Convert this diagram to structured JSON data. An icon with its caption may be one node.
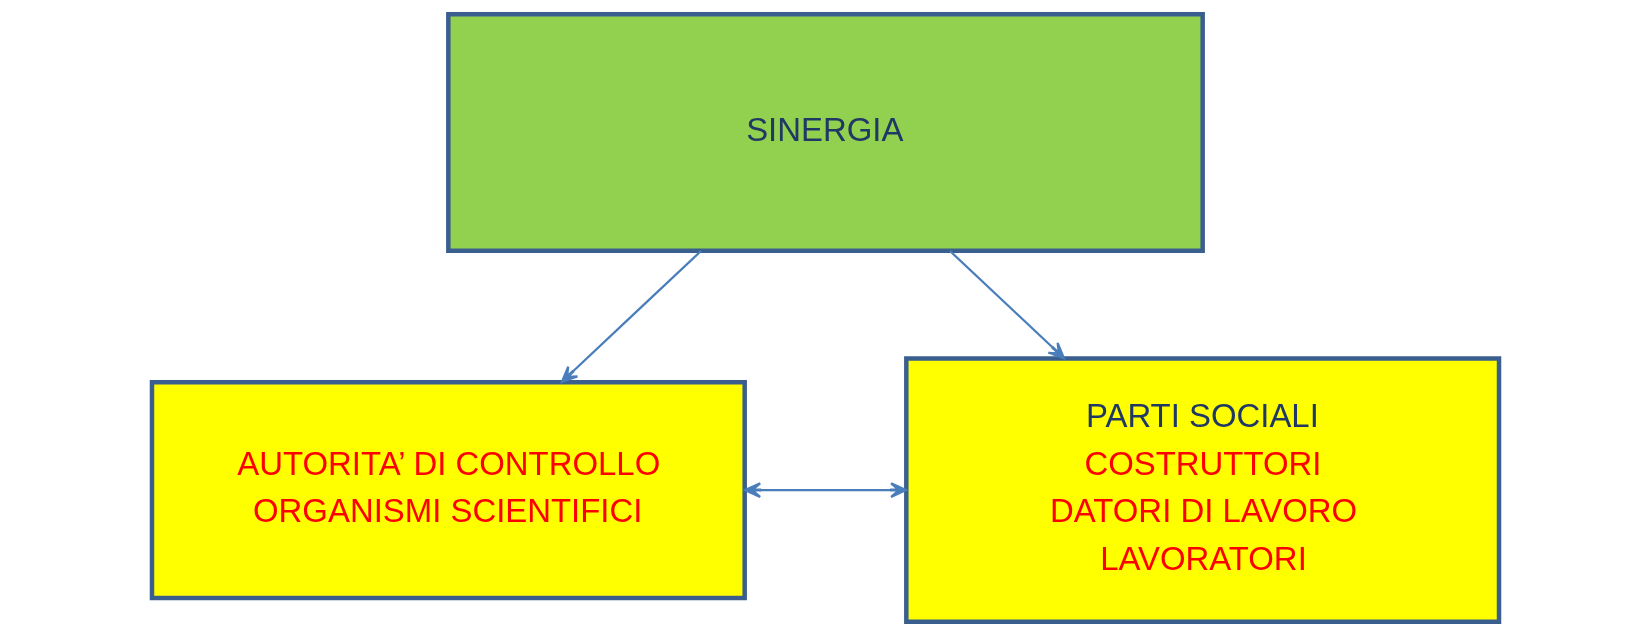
{
  "diagram": {
    "nodes": [
      {
        "text": [
          "SINERGIA"
        ]
      },
      {
        "text": [
          "AUTORITA’ DI CONTROLLO",
          "ORGANISMI SCIENTIFICI"
        ]
      },
      {
        "text": [
          "PARTI SOCIALI",
          "COSTRUTTORI",
          "DATORI DI LAVORO",
          "LAVORATORI"
        ]
      }
    ],
    "edges": [
      {
        "from": 0,
        "to": 1,
        "arrow": "to"
      },
      {
        "from": 0,
        "to": 2,
        "arrow": "to"
      },
      {
        "from": 1,
        "to": 2,
        "arrow": "both"
      }
    ]
  }
}
